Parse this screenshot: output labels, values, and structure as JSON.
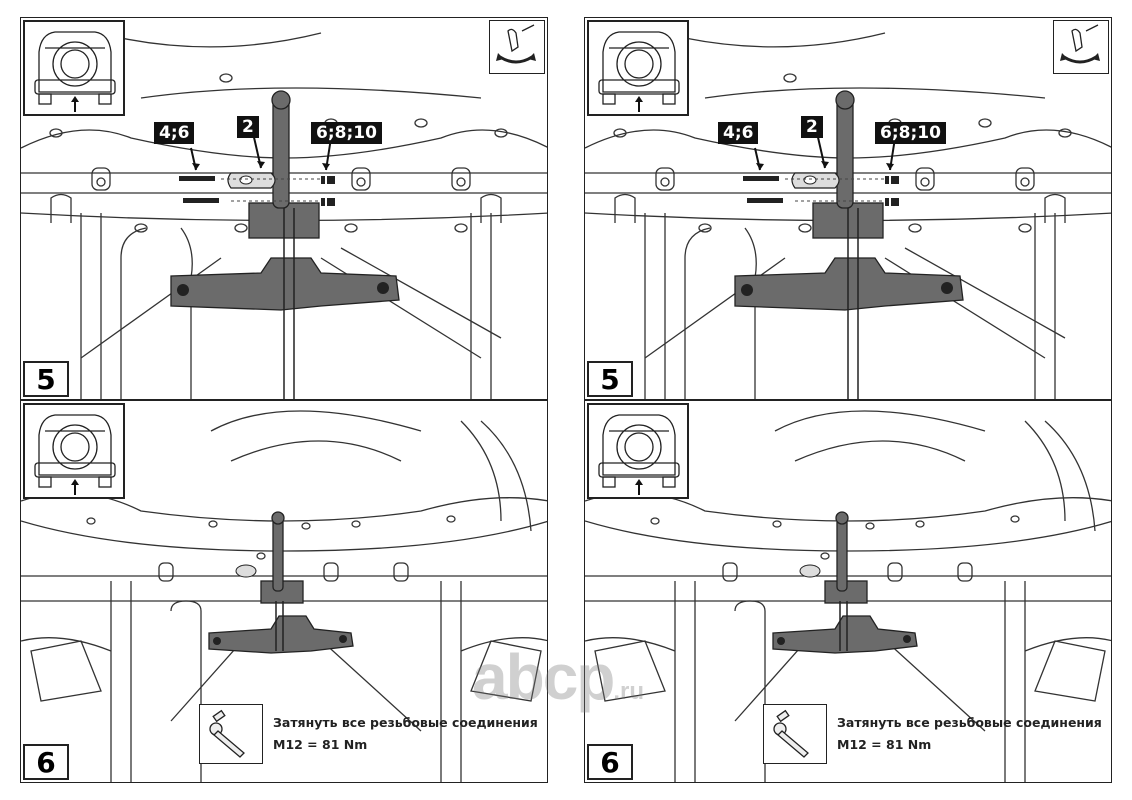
{
  "panels": [
    {
      "step": "5",
      "tags": {
        "bolts": "4;6",
        "bracket": "2",
        "nuts": "6;8;10"
      }
    },
    {
      "step": "5",
      "tags": {
        "bolts": "4;6",
        "bracket": "2",
        "nuts": "6;8;10"
      }
    },
    {
      "step": "6",
      "note": {
        "line1": "Затянуть все резьбовые соединения",
        "line2": "M12 = 81 Nm"
      }
    },
    {
      "step": "6",
      "note": {
        "line1": "Затянуть все резьбовые соединения",
        "line2": "M12 = 81 Nm"
      }
    }
  ],
  "watermark": {
    "main": "abcp",
    "suffix": ".ru"
  },
  "colors": {
    "part": "#6b6b6b",
    "line": "#333333"
  }
}
